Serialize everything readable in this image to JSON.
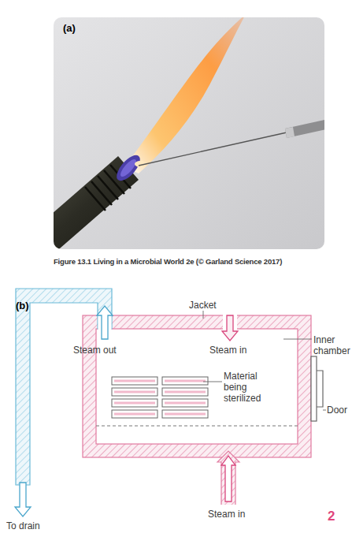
{
  "diagram": {
    "caption": "Figure 13.1  Living in a Microbial World 2e (© Garland Science 2017)",
    "labels": [
      "(a)",
      "(b)",
      "Jacket",
      "Steam out",
      "Steam in",
      "Inner chamber",
      "Material being sterilized",
      "Door",
      "To drain",
      "Steam in",
      "2"
    ]
  }
}
